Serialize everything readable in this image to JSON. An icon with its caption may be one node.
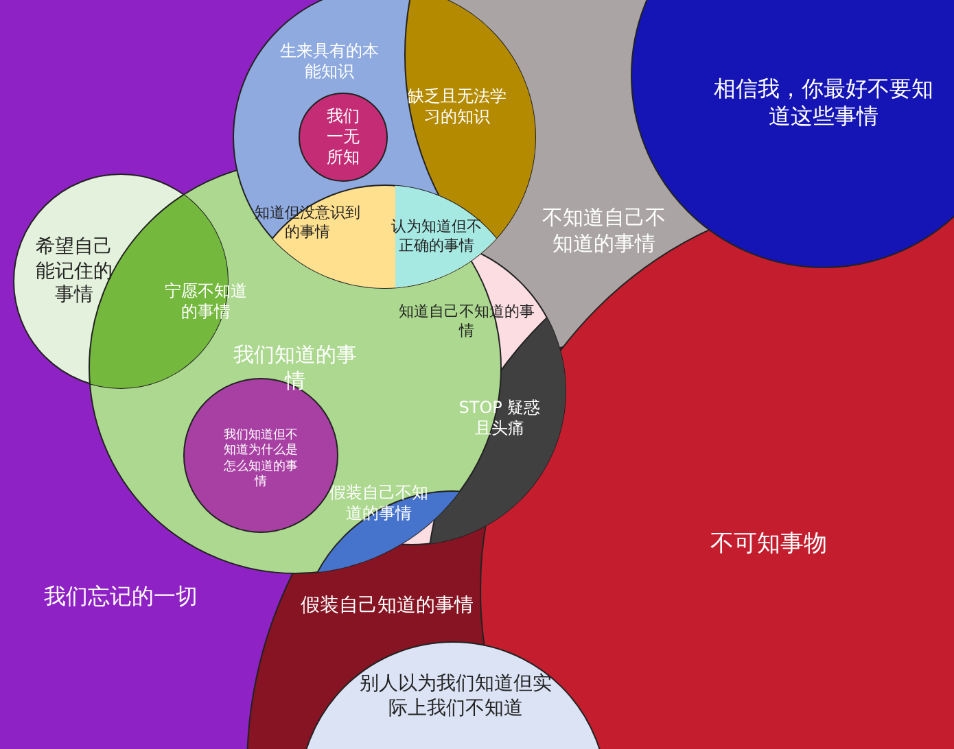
{
  "diagram": {
    "nodes": [
      {
        "text": [
          "相信我，你最好不要知道这些事情"
        ]
      },
      {
        "text": [
          "生来具有的本能知识"
        ]
      },
      {
        "text": [
          "我们一无所知"
        ]
      },
      {
        "text": [
          "缺乏且无法学习的知识"
        ]
      },
      {
        "text": [
          "知道但没意识到的事情"
        ]
      },
      {
        "text": [
          "认为知道但不正确的事情"
        ]
      },
      {
        "text": [
          "希望自己能记住的事情"
        ]
      },
      {
        "text": [
          "宁愿不知道的事情"
        ]
      },
      {
        "text": [
          "不知道自己不知道的事情"
        ]
      },
      {
        "text": [
          "知道自己不知道的事情"
        ]
      },
      {
        "text": [
          "我们知道的事情"
        ]
      },
      {
        "text": [
          "STOP 疑惑且头痛"
        ]
      },
      {
        "text": [
          "我们知道但不知道为什么是怎么知道的事情"
        ],
        "in": 10
      },
      {
        "text": [
          "假装自己不知道的事情"
        ]
      },
      {
        "text": [
          "不可知事物"
        ]
      },
      {
        "text": [
          "我们忘记的一切"
        ]
      },
      {
        "text": [
          "假装自己知道的事情"
        ]
      },
      {
        "text": [
          "别人以为我们知道但实际上我们不知道"
        ]
      }
    ]
  }
}
